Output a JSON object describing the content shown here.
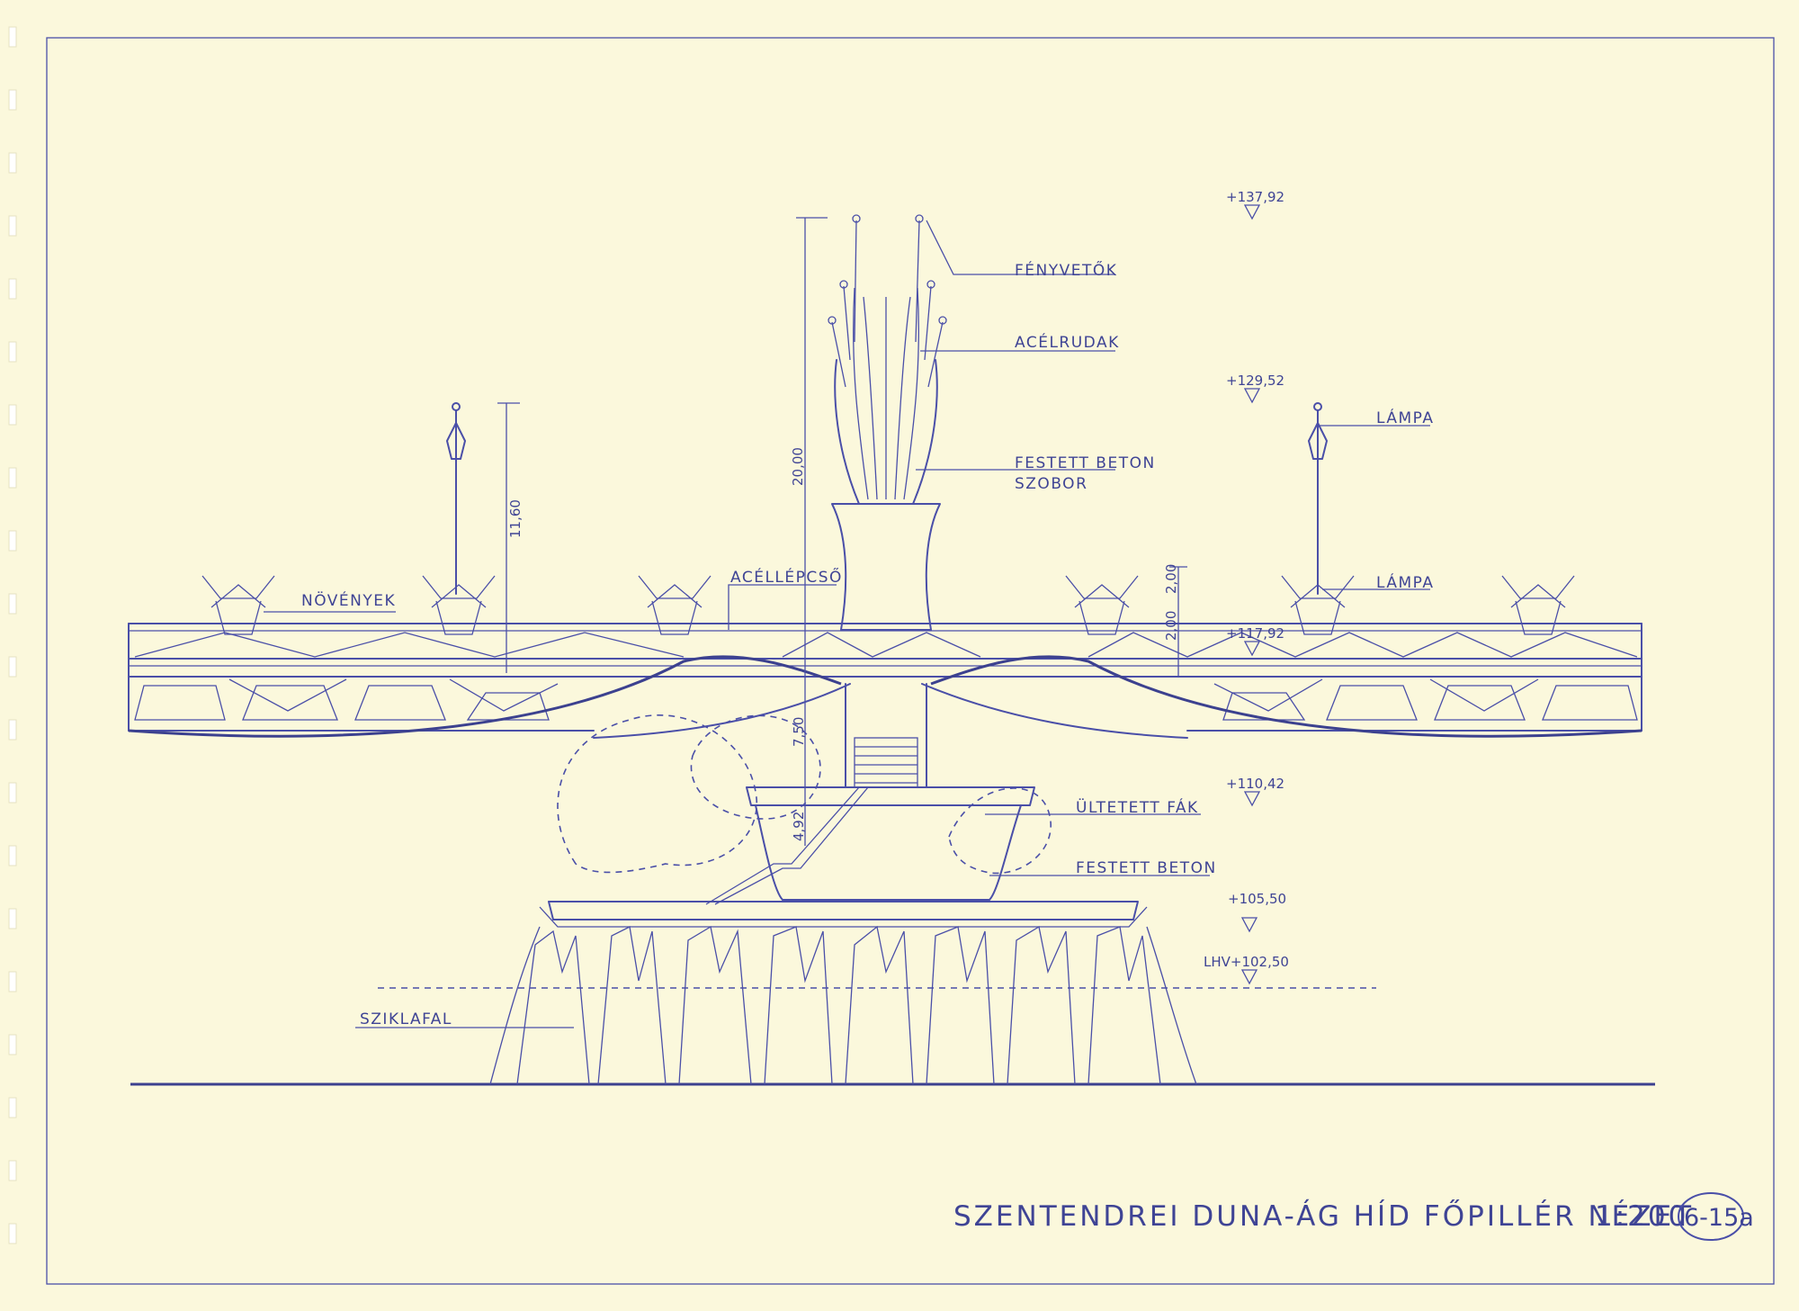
{
  "labels": {
    "fenyvetok": "FÉNYVETŐK",
    "acelrudak": "ACÉLRUDAK",
    "lampa_top": "LÁMPA",
    "festett_beton": "FESTETT BETON",
    "szobor": "SZOBOR",
    "lampa_deck": "LÁMPA",
    "novenyek": "NÖVÉNYEK",
    "acellepcso": "ACÉLLÉPCSŐ",
    "ultetett_fak": "ÜLTETETT FÁK",
    "festett_beton_2": "FESTETT BETON",
    "sziklafal": "SZIKLAFAL"
  },
  "levels": {
    "top": "+137,92",
    "sculpture": "+129,52",
    "deck": "+117,92",
    "base": "+110,42",
    "plinth": "+105,50",
    "water": "LHV+102,50"
  },
  "dimensions": {
    "sculpture_height": "20,00",
    "lamp_height": "11,60",
    "railing_a": "2,00",
    "railing_b": "2,00",
    "pier_upper": "7,50",
    "pier_lower": "4,92"
  },
  "title_block": {
    "title": "SZENTENDREI DUNA-ÁG HÍD FŐPILLÉR NÉZET",
    "scale": "1:200",
    "sheet_number": "6-15a"
  },
  "colors": {
    "paper": "#fbf8dc",
    "ink": "#4a4fa8"
  }
}
